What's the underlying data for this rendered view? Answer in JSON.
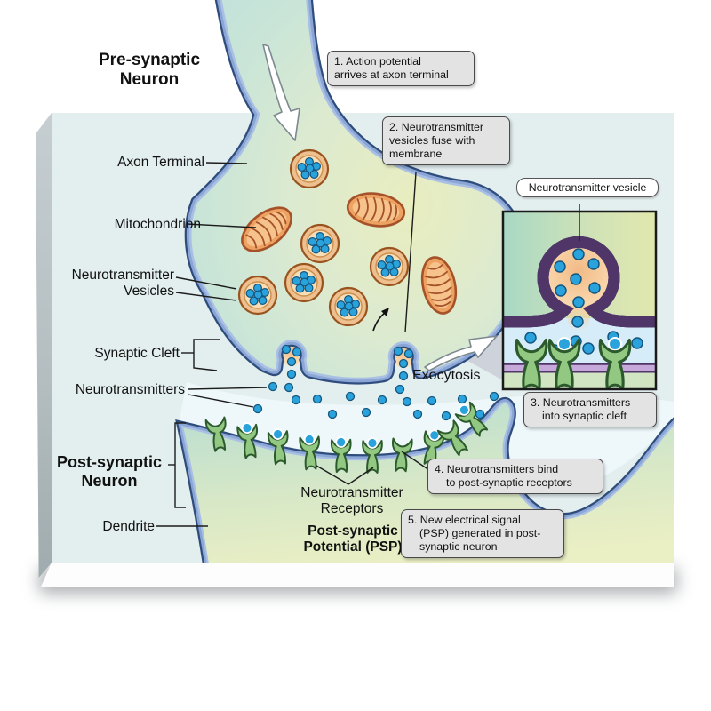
{
  "figure": {
    "type": "biology-diagram",
    "subject": "Synapse neurotransmission on canvas print"
  },
  "title": {
    "lines": [
      "Pre-synaptic",
      "Neuron"
    ]
  },
  "labels": {
    "axon_terminal": "Axon Terminal",
    "mitochondrion": "Mitochondrion",
    "neurotransmitter_vesicles": {
      "lines": [
        "Neurotransmitter",
        "Vesicles"
      ]
    },
    "synaptic_cleft": "Synaptic Cleft",
    "neurotransmitters": "Neurotransmitters",
    "post_synaptic_neuron": {
      "lines": [
        "Post-synaptic",
        "Neuron"
      ]
    },
    "dendrite": "Dendrite",
    "neurotransmitter_receptors": {
      "lines": [
        "Neurotransmitter",
        "Receptors"
      ]
    },
    "post_synaptic_potential": {
      "lines": [
        "Post-synaptic",
        "Potential (PSP)"
      ]
    },
    "exocytosis": "Exocytosis",
    "inset_vesicle": "Neurotransmitter vesicle"
  },
  "callouts": [
    {
      "id": 1,
      "lines": [
        "1. Action potential",
        "arrives at axon terminal"
      ]
    },
    {
      "id": 2,
      "lines": [
        "2. Neurotransmitter",
        "vesicles fuse with",
        "membrane"
      ]
    },
    {
      "id": 3,
      "lines": [
        "3. Neurotransmitters",
        "into synaptic cleft"
      ]
    },
    {
      "id": 4,
      "lines": [
        "4. Neurotransmitters bind",
        "to post-synaptic receptors"
      ]
    },
    {
      "id": 5,
      "lines": [
        "5. New electrical signal",
        "(PSP) generated in post-",
        "synaptic neuron"
      ]
    }
  ],
  "icons": {
    "action_potential_arrow": "white tapered arrow pointing down into axon terminal",
    "exocytosis_arrow": "white arrow pointing toward magnified inset",
    "fusion_arrow": "small black curved arrow at fusing vesicle",
    "magnifier_beam": "gray zoom beam linking exocytosis site to inset"
  },
  "colors": {
    "canvas_bg": "#e3eeef",
    "membrane": "#8ba6d6",
    "membrane_outline": "#2f4d7c",
    "presynaptic_interior": "#d9ead0",
    "postsynaptic_interior": "#d7e8c7",
    "synaptic_cleft": "#eef8fb",
    "neurotransmitter": "#2aa2db",
    "vesicle": "#eec08f",
    "mitochondrion": "#eea262",
    "receptor": "#93c883",
    "inset_membrane": "#c6a8da",
    "callout_bg": "#e3e3e3"
  }
}
